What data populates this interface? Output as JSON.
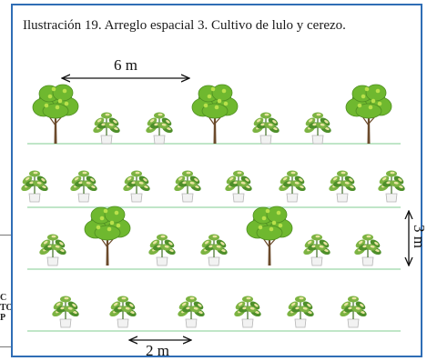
{
  "caption": "Ilustración 19. Arreglo espacial 3. Cultivo de lulo y cerezo.",
  "dimensions": {
    "tree_spacing": "6 m",
    "row_spacing": "3 m",
    "plant_spacing": "2 m"
  },
  "background_page": {
    "fragments": [
      "C",
      "TO",
      "P"
    ]
  },
  "colors": {
    "frame": "#2f6db5",
    "ground_line": "#9bd6a8",
    "tree_foliage": "#6fb82f",
    "lulo_foliage": "#4e8f2a",
    "pot": "#f2f2f2"
  },
  "rows": [
    {
      "type": "mixed",
      "pattern": [
        "cerezo",
        "lulo",
        "lulo",
        "cerezo",
        "lulo",
        "lulo",
        "cerezo"
      ]
    },
    {
      "type": "lulo",
      "count": 8
    },
    {
      "type": "mixed",
      "pattern": [
        "lulo",
        "cerezo",
        "lulo",
        "lulo",
        "cerezo",
        "lulo",
        "lulo"
      ]
    },
    {
      "type": "lulo",
      "count": 6
    }
  ]
}
